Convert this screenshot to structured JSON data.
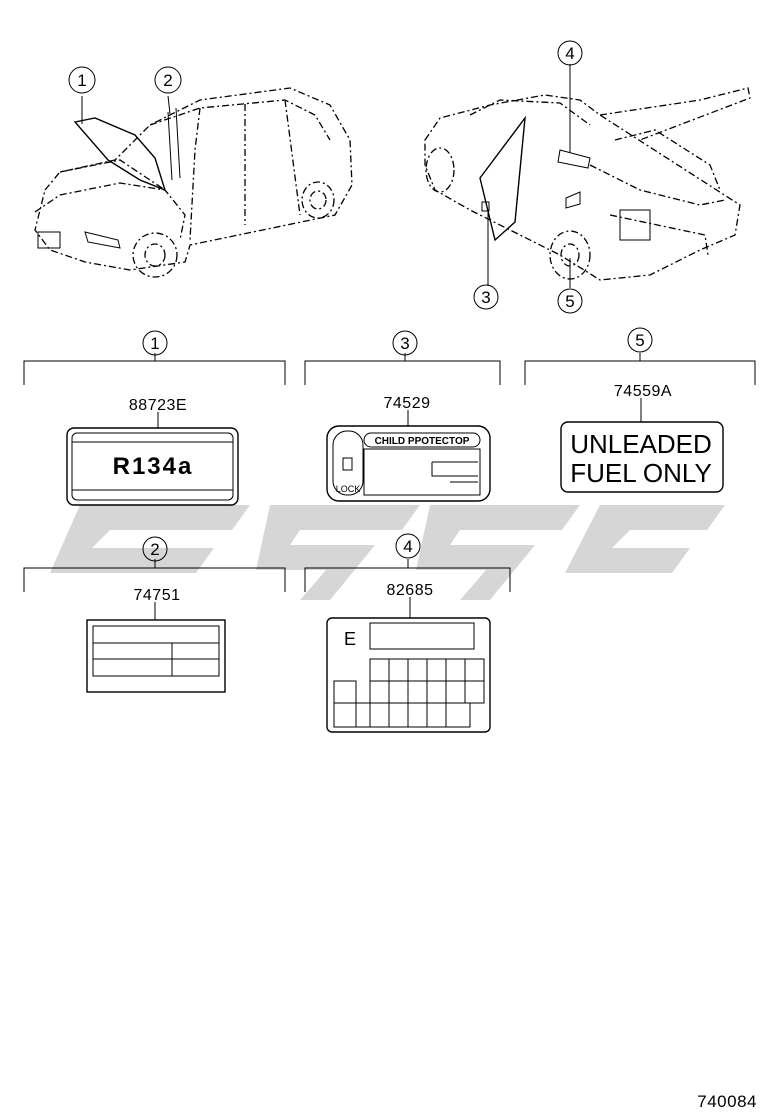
{
  "callouts": [
    "1",
    "2",
    "3",
    "4",
    "5"
  ],
  "labels": [
    {
      "callout": "1",
      "part_number": "88723E",
      "text": "R134a"
    },
    {
      "callout": "3",
      "part_number": "74529",
      "header": "CHILD PPOTECTOP",
      "lock_text": "LOCK"
    },
    {
      "callout": "5",
      "part_number": "74559A",
      "line1": "UNLEADED",
      "line2": "FUEL ONLY"
    },
    {
      "callout": "2",
      "part_number": "74751"
    },
    {
      "callout": "4",
      "part_number": "82685",
      "letter": "E"
    }
  ],
  "diagram_code": "740084",
  "colors": {
    "line": "#000000",
    "watermark": "#cfcfcf"
  }
}
